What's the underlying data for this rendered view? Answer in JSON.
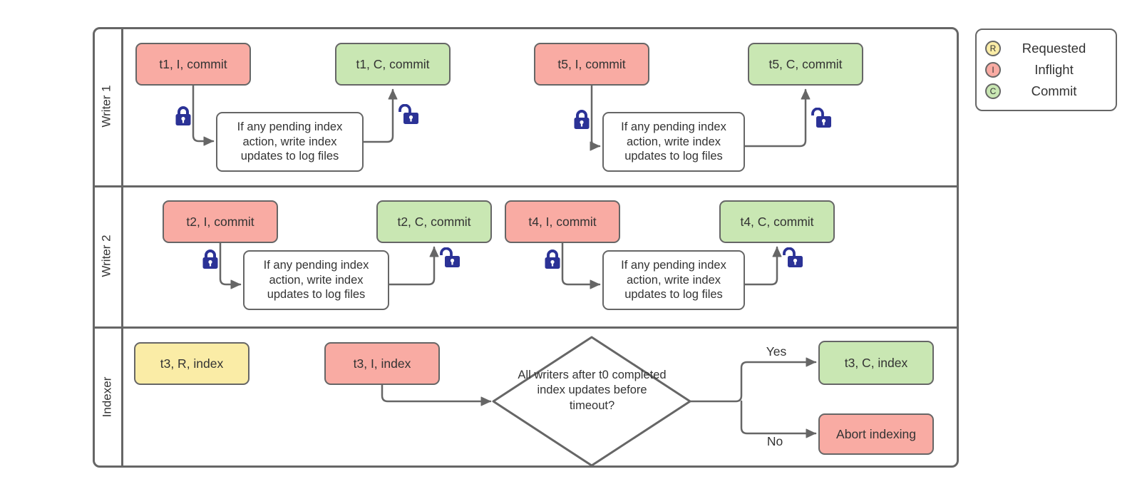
{
  "lanes": [
    {
      "label": "Writer 1"
    },
    {
      "label": "Writer 2"
    },
    {
      "label": "Indexer"
    }
  ],
  "writer_flow": {
    "step_note": "If any pending index action, write index updates to log files",
    "pairs": [
      {
        "inflight": "t1, I, commit",
        "commit": "t1, C, commit"
      },
      {
        "inflight": "t5, I, commit",
        "commit": "t5, C, commit"
      },
      {
        "inflight": "t2, I, commit",
        "commit": "t2, C, commit"
      },
      {
        "inflight": "t4, I, commit",
        "commit": "t4, C, commit"
      }
    ]
  },
  "indexer_flow": {
    "requested": "t3, R, index",
    "inflight": "t3, I, index",
    "decision": "All writers after t0 completed index updates before timeout?",
    "yes_label": "Yes",
    "no_label": "No",
    "commit": "t3, C, index",
    "abort": "Abort indexing"
  },
  "legend": {
    "items": [
      {
        "symbol": "R",
        "label": "Requested",
        "fill": "requested"
      },
      {
        "symbol": "I",
        "label": "Inflight",
        "fill": "inflight"
      },
      {
        "symbol": "C",
        "label": "Commit",
        "fill": "commit"
      }
    ]
  },
  "colors": {
    "requested": "#faeca6",
    "inflight": "#f9aba3",
    "commit": "#c9e7b3",
    "line": "#666666",
    "lock": "#2b3296"
  }
}
